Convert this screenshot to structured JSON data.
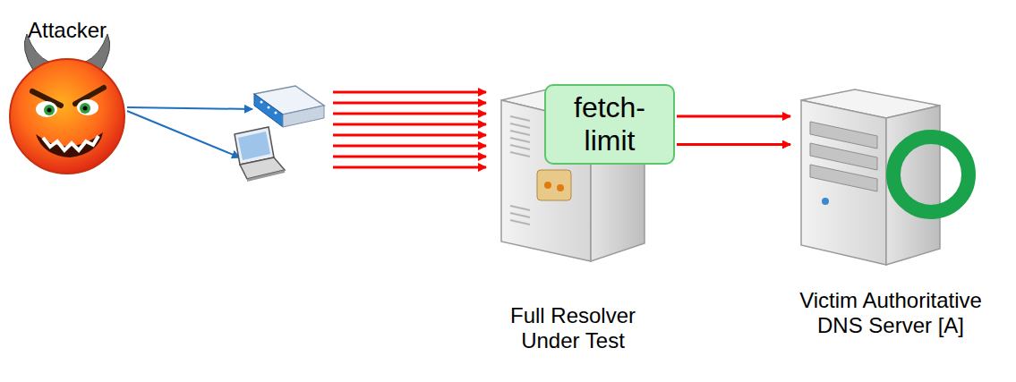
{
  "diagram": {
    "nodes": [
      {
        "text": [
          "Attacker"
        ]
      },
      {
        "text": [
          "Full Resolver Under Test"
        ]
      },
      {
        "text": [
          "fetch-limit"
        ],
        "in": 1
      },
      {
        "text": [
          "Victim Authoritative DNS Server [A]"
        ]
      }
    ],
    "edges": [
      {
        "from": 2,
        "to": 3,
        "arrow": "to"
      },
      {
        "from": 2,
        "to": 3,
        "arrow": "to"
      }
    ]
  }
}
